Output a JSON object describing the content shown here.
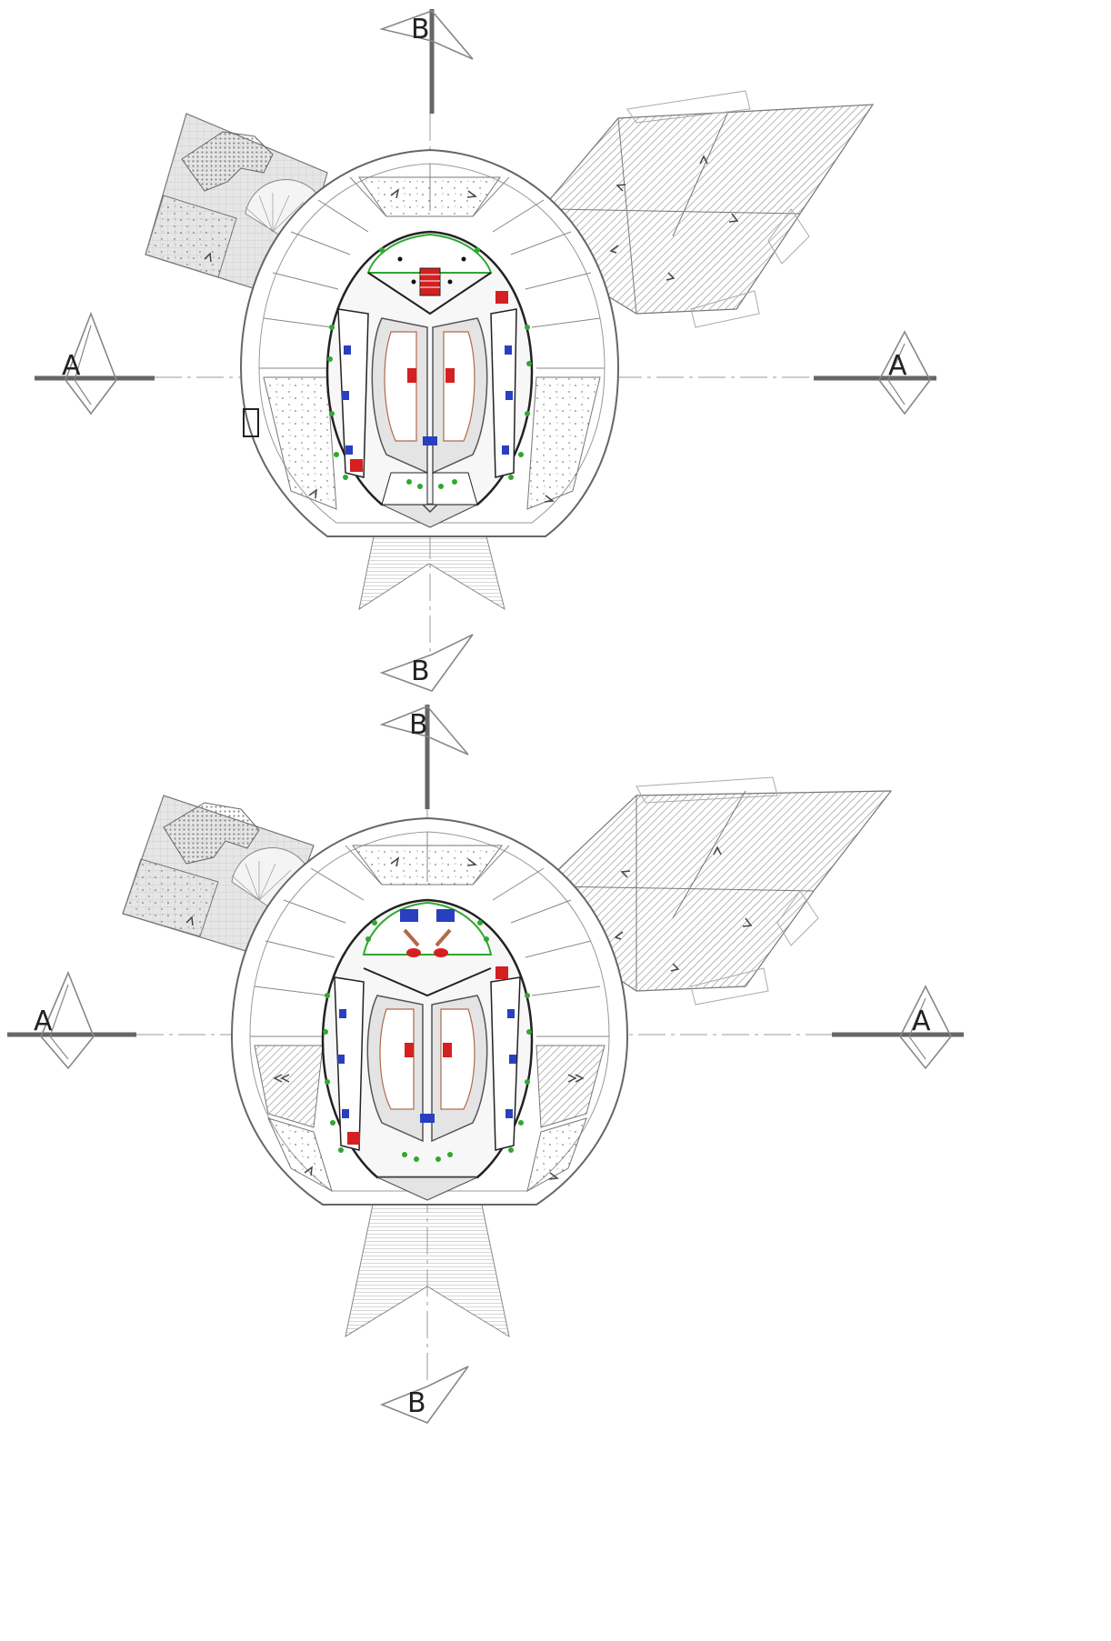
{
  "drawing": {
    "plans": [
      {
        "id": "upper-floor-plan",
        "markers": {
          "section_a_left": "A",
          "section_a_right": "A",
          "section_b_top": "B",
          "section_b_bottom": "B"
        }
      },
      {
        "id": "lower-floor-plan",
        "markers": {
          "section_a_left": "A",
          "section_a_right": "A",
          "section_b_top": "B",
          "section_b_bottom": "B"
        }
      }
    ],
    "colors": {
      "line": "#555555",
      "hatch": "#9a9a9a",
      "vegetation": "#2ea82e",
      "furniture_red": "#d42020",
      "fixture_blue": "#2a3fc0",
      "wall_brown": "#b06a4a",
      "floor_grey": "#e4e4e4"
    },
    "icons": [
      "section-marker-icon",
      "tree-icon",
      "arrow-icon"
    ]
  }
}
